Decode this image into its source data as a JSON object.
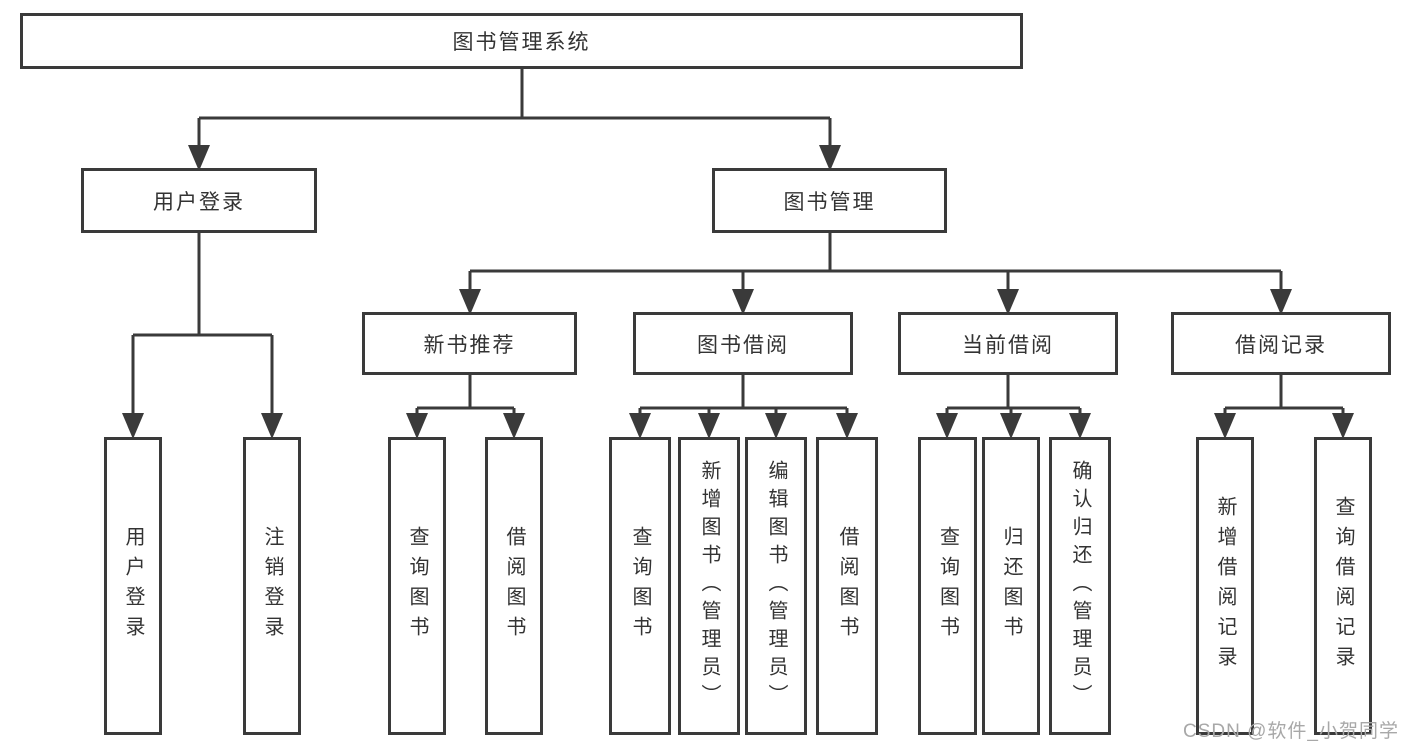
{
  "diagram": {
    "root": "图书管理系统",
    "level2": [
      "用户登录",
      "图书管理"
    ],
    "level3": [
      "新书推荐",
      "图书借阅",
      "当前借阅",
      "借阅记录"
    ],
    "leaves": {
      "user": [
        "用户登录",
        "注销登录"
      ],
      "recommend": [
        "查询图书",
        "借阅图书"
      ],
      "borrow": [
        "查询图书",
        "新增图书（管理员）",
        "编辑图书（管理员）",
        "借阅图书"
      ],
      "current": [
        "查询图书",
        "归还图书",
        "确认归还（管理员）"
      ],
      "record": [
        "新增借阅记录",
        "查询借阅记录"
      ]
    }
  },
  "watermark": "CSDN @软件_小贺同学",
  "colors": {
    "line": "#3a3a3a",
    "text": "#333333",
    "watermark": "#a8a8a8",
    "background": "#ffffff"
  }
}
